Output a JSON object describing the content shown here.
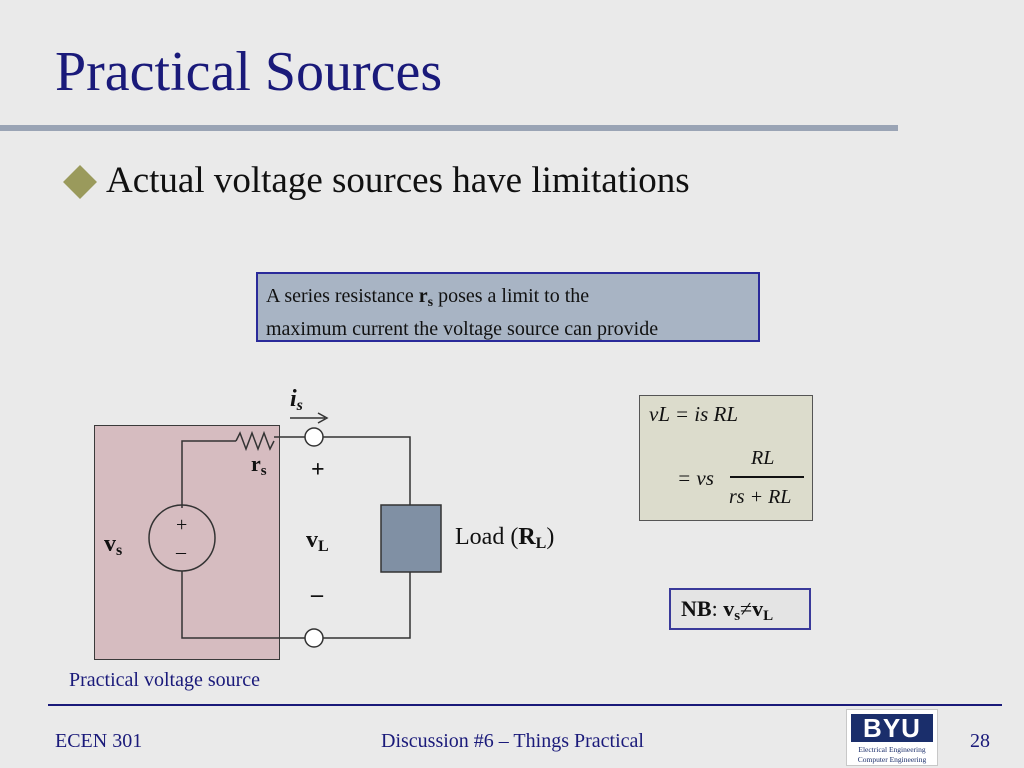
{
  "slide": {
    "title": "Practical Sources",
    "bullet": "Actual voltage sources have limitations",
    "callout": {
      "line1_pre": "A series resistance ",
      "line1_var": "r",
      "line1_sub": "s",
      "line1_post": " poses a limit to the",
      "line2": "maximum current the voltage source can provide"
    },
    "circuit": {
      "is_var": "i",
      "is_sub": "s",
      "rs_var": "r",
      "rs_sub": "s",
      "vs_var": "v",
      "vs_sub": "s",
      "plus_inner": "+",
      "minus_inner": "–",
      "plus_terminal": "+",
      "minus_terminal": "–",
      "vl_var": "v",
      "vl_sub": "L",
      "load_pre": "Load (",
      "load_var": "R",
      "load_sub": "L",
      "load_post": ")"
    },
    "formula": {
      "line1": "vL = is RL",
      "line2_lhs": "= vs",
      "numerator": "RL",
      "denominator": "rs + RL"
    },
    "nb": {
      "label": "NB",
      "sep": ": ",
      "lhs_var": "v",
      "lhs_sub": "s",
      "neq": "≠",
      "rhs_var": "v",
      "rhs_sub": "L"
    },
    "caption": "Practical voltage source"
  },
  "footer": {
    "course": "ECEN 301",
    "topic": "Discussion #6 – Things Practical",
    "page": "28",
    "logo_mark": "BYU",
    "logo_line1": "Electrical Engineering",
    "logo_line2": "Computer Engineering"
  },
  "colors": {
    "title": "#1a1a7a",
    "callout_bg": "#a8b4c4",
    "source_box": "#d6bcc0",
    "load_box": "#8090a4",
    "formula_bg": "#dcdccc",
    "bullet": "#9a9a5c"
  }
}
